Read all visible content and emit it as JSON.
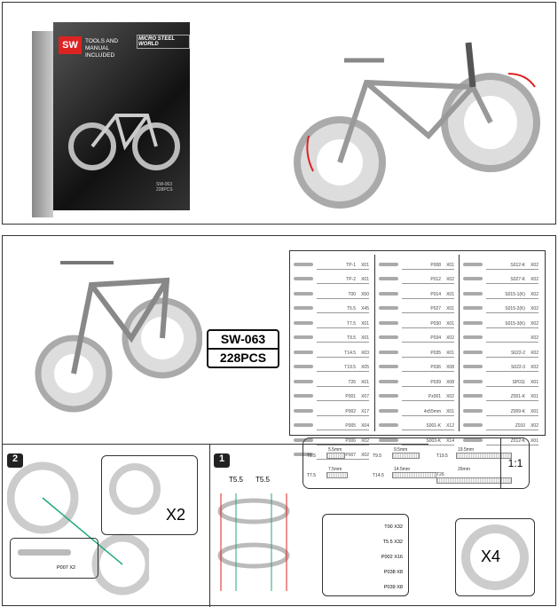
{
  "box": {
    "brand": "MICRO STEEL WORLD",
    "logo": "SW",
    "tagline": "TOOLS AND MANUAL INCLUDED",
    "model": "SW-063",
    "pieces": "228PCS"
  },
  "label": {
    "model": "SW-063",
    "pieces": "228PCS"
  },
  "parts": [
    [
      [
        "TP-1",
        "X01"
      ],
      [
        "TP-2",
        "X01"
      ],
      [
        "T00",
        "X50"
      ],
      [
        "T5.5",
        "X45"
      ],
      [
        "T7.5",
        "X01"
      ],
      [
        "T9.5",
        "X01"
      ],
      [
        "T14.5",
        "X03"
      ],
      [
        "T19.5",
        "X05"
      ],
      [
        "T26",
        "X01"
      ],
      [
        "P001",
        "X07"
      ],
      [
        "P002",
        "X17"
      ],
      [
        "P005",
        "X04"
      ],
      [
        "P006",
        "X02"
      ],
      [
        "P007",
        "X02"
      ]
    ],
    [
      [
        "P008",
        "X01"
      ],
      [
        "P012",
        "X02"
      ],
      [
        "P014",
        "X01"
      ],
      [
        "P027",
        "X01"
      ],
      [
        "P030",
        "X01"
      ],
      [
        "P034",
        "X02"
      ],
      [
        "P035",
        "X01"
      ],
      [
        "P036",
        "X08"
      ],
      [
        "P039",
        "X08"
      ],
      [
        "Pz001",
        "X02"
      ],
      [
        "4x55mm",
        "X01"
      ],
      [
        "S001-K",
        "X12"
      ],
      [
        "S003-K",
        "X14"
      ]
    ],
    [
      [
        "S012-K",
        "X02"
      ],
      [
        "S027-K",
        "X02"
      ],
      [
        "S015-1(K)",
        "X02"
      ],
      [
        "S015-2(K)",
        "X02"
      ],
      [
        "S015-3(K)",
        "X02"
      ],
      [
        "",
        "X02"
      ],
      [
        "S022-2",
        "X02"
      ],
      [
        "S022-3",
        "X02"
      ],
      [
        "SP011",
        "X01"
      ],
      [
        "Z001-K",
        "X01"
      ],
      [
        "Z009-K",
        "X01"
      ],
      [
        "Z010",
        "X02"
      ],
      [
        "Z012-K",
        "X01"
      ]
    ]
  ],
  "screws": [
    {
      "name": "T5.5",
      "len": "5.5mm"
    },
    {
      "name": "T9.5",
      "len": "9.5mm"
    },
    {
      "name": "T19.5",
      "len": "19.5mm"
    },
    {
      "name": "T7.5",
      "len": "7.5mm"
    },
    {
      "name": "T14.5",
      "len": "14.5mm"
    },
    {
      "name": "T26",
      "len": "26mm"
    }
  ],
  "scale": "1:1",
  "step2": {
    "num": "2",
    "multiplier": "X2",
    "part": "P007 X2"
  },
  "step1": {
    "num": "1",
    "screw_a": "T5.5",
    "screw_b": "T5.5",
    "items": [
      "T00 X32",
      "T5.5 X32",
      "P002 X16",
      "P038 X8",
      "P039 X8"
    ],
    "multiplier": "X4"
  }
}
